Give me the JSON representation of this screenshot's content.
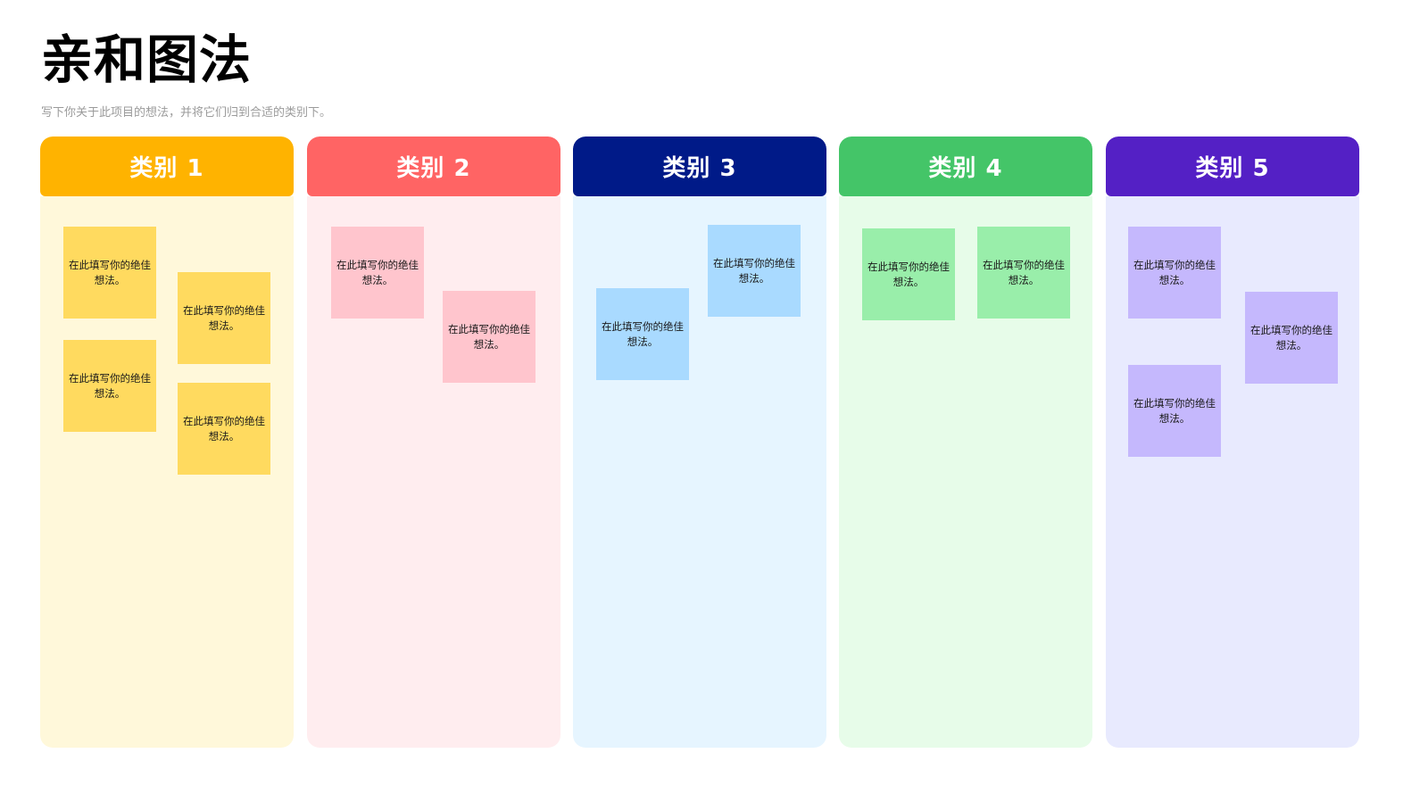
{
  "title": "亲和图法",
  "subtitle": "写下你关于此项目的想法，并将它们归到合适的类别下。",
  "columns": [
    {
      "label": "类别 1",
      "header_color": "#FFB300",
      "body_color": "#FFF8DA",
      "note_color": "#FFDA5F",
      "notes": [
        "在此填写你的绝佳想法。",
        "在此填写你的绝佳想法。",
        "在此填写你的绝佳想法。",
        "在此填写你的绝佳想法。"
      ]
    },
    {
      "label": "类别 2",
      "header_color": "#FF6464",
      "body_color": "#FFEDEF",
      "note_color": "#FFC5CD",
      "notes": [
        "在此填写你的绝佳想法。",
        "在此填写你的绝佳想法。"
      ]
    },
    {
      "label": "类别 3",
      "header_color": "#001A88",
      "body_color": "#E6F5FF",
      "note_color": "#A9DAFF",
      "notes": [
        "在此填写你的绝佳想法。",
        "在此填写你的绝佳想法。"
      ]
    },
    {
      "label": "类别 4",
      "header_color": "#44C568",
      "body_color": "#E7FCE9",
      "note_color": "#99EEAA",
      "notes": [
        "在此填写你的绝佳想法。",
        "在此填写你的绝佳想法。"
      ]
    },
    {
      "label": "类别 5",
      "header_color": "#5420C5",
      "body_color": "#E8EAFE",
      "note_color": "#C5B8FD",
      "notes": [
        "在此填写你的绝佳想法。",
        "在此填写你的绝佳想法。",
        "在此填写你的绝佳想法。"
      ]
    }
  ]
}
